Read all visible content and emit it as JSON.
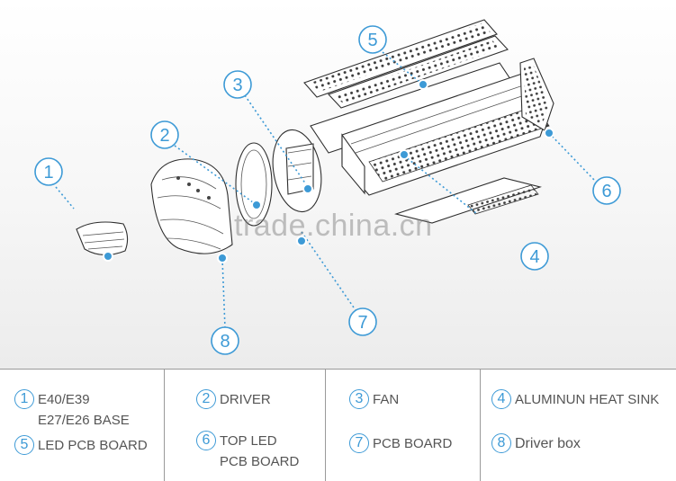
{
  "diagram": {
    "callouts": [
      "1",
      "2",
      "3",
      "4",
      "5",
      "6",
      "7",
      "8"
    ],
    "accent_color": "#3d9ad6",
    "watermark": "trade.china.cn"
  },
  "legend": {
    "items": [
      {
        "num": "1",
        "lines": [
          "E40/E39",
          "E27/E26 BASE"
        ]
      },
      {
        "num": "2",
        "lines": [
          "DRIVER"
        ]
      },
      {
        "num": "3",
        "lines": [
          "FAN"
        ]
      },
      {
        "num": "4",
        "lines": [
          "ALUMINUN HEAT SINK"
        ]
      },
      {
        "num": "5",
        "lines": [
          "LED PCB BOARD"
        ]
      },
      {
        "num": "6",
        "lines": [
          "TOP LED",
          "PCB BOARD"
        ]
      },
      {
        "num": "7",
        "lines": [
          "PCB BOARD"
        ]
      },
      {
        "num": "8",
        "lines": [
          "Driver box"
        ]
      }
    ]
  }
}
